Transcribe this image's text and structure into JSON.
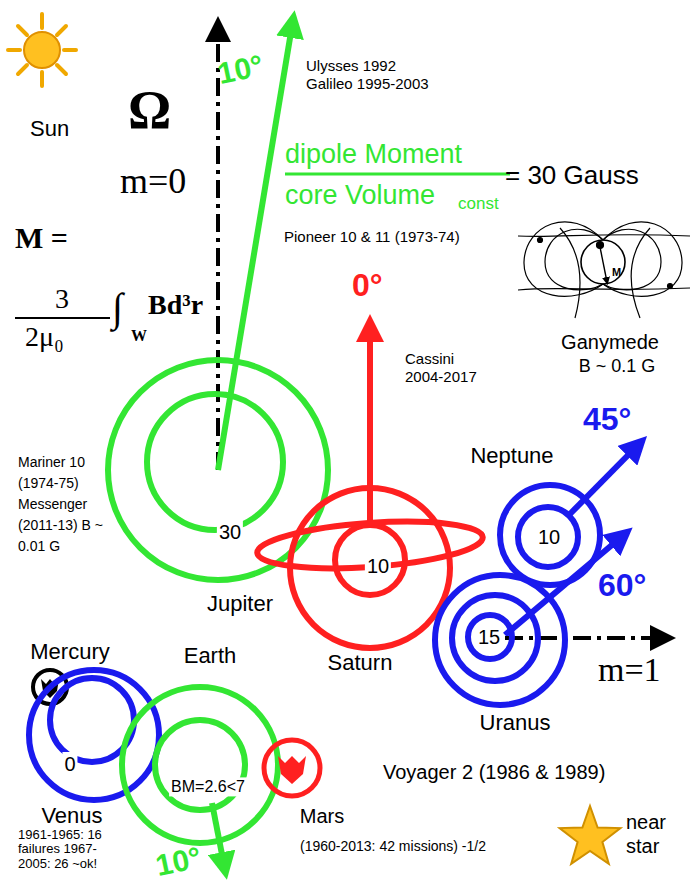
{
  "diagram": {
    "nodes": [
      {
        "text": [
          "30",
          "Jupiter"
        ]
      },
      {
        "text": [
          "10",
          "Saturn"
        ]
      },
      {
        "text": [
          "Neptune",
          "10"
        ]
      },
      {
        "text": [
          "15",
          "Uranus"
        ]
      },
      {
        "text": [
          "Mercury"
        ]
      },
      {
        "text": [
          "0",
          "Venus"
        ]
      },
      {
        "text": [
          "Earth",
          "BM=2.6<7"
        ]
      },
      {
        "text": [
          "Mars"
        ]
      }
    ],
    "labels": [
      "Sun",
      "Ω",
      "m=0",
      "M =",
      "3",
      "2μ₀",
      "∫",
      "W",
      "Bd³r",
      "10°",
      "Ulysses 1992 Galileo 1995-2003",
      "dipole Moment",
      "core Volume",
      "const",
      "= 30 Gauss",
      "Pioneer 10 & 11 (1973-74)",
      "M",
      "Ganymede",
      "B ~ 0.1 G",
      "0°",
      "Cassini 2004-2017",
      "45°",
      "60°",
      "m=1",
      "Mariner 10 (1974-75) Messenger (2011-13) B ~ 0.01 G",
      "Voyager 2 (1986 & 1989)",
      "10°",
      "1961-1965: 16 failures 1967-2005: 26 ~ok!",
      "(1960-2013: 42 missions) -1/2",
      "near star"
    ]
  }
}
